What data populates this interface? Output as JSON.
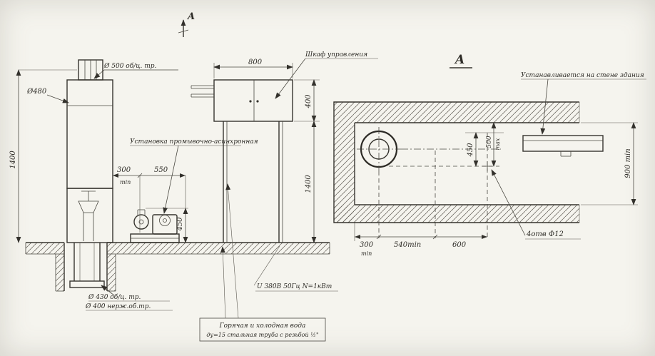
{
  "section_marker": {
    "label": "A"
  },
  "left_view": {
    "top_pipe_label": "Ø 500 об/ц. тр.",
    "tank_dia_label": "Ø480",
    "height_dim": "1400",
    "dim_300": "300",
    "dim_300_sub": "min",
    "dim_550": "550",
    "dim_450": "450",
    "pump_label": "Установка промывочно-асинхронная",
    "pit_pipe_label_1": "Ø 430 об/ц. тр.",
    "pit_pipe_label_2": "Ø 400 нерж.об.тр."
  },
  "cabinet": {
    "label": "Шкаф управления",
    "width_dim": "800",
    "height_dim": "400",
    "leg_height_dim": "1400",
    "power_note": "U 380В 50Гц  N=1кВт",
    "water_note_line1": "Горячая и холодная вода",
    "water_note_line2": "ду=15 стальная труба с резьбой ½\""
  },
  "section_view": {
    "title": "A",
    "mount_note": "Устанавливается на стене здания",
    "dim_450": "450",
    "dim_500": "500",
    "dim_500_sub": "max",
    "dim_900": "900 min",
    "dim_300": "300",
    "dim_300_sub": "min",
    "dim_540": "540min",
    "dim_600": "600",
    "holes_label": "4отв Ф12"
  }
}
